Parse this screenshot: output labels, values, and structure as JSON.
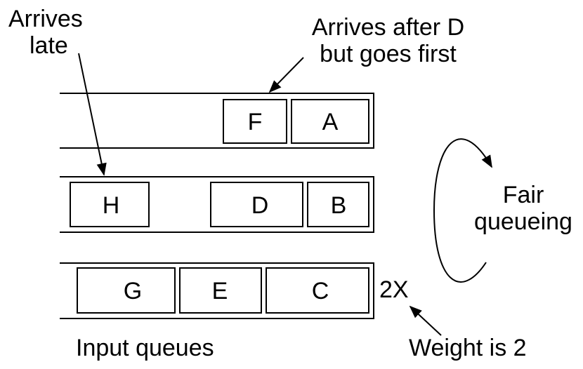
{
  "annotations": {
    "arrives_late_line1": "Arrives",
    "arrives_late_line2": "late",
    "arrives_after_line1": "Arrives after D",
    "arrives_after_line2": "but goes first",
    "fair_queueing_line1": "Fair",
    "fair_queueing_line2": "queueing",
    "weight_label": "2X",
    "weight_note": "Weight is 2",
    "input_queues": "Input queues"
  },
  "queues": [
    {
      "packets": [
        "F",
        "A"
      ]
    },
    {
      "packets": [
        "H",
        "D",
        "B"
      ]
    },
    {
      "packets": [
        "G",
        "E",
        "C"
      ]
    }
  ]
}
